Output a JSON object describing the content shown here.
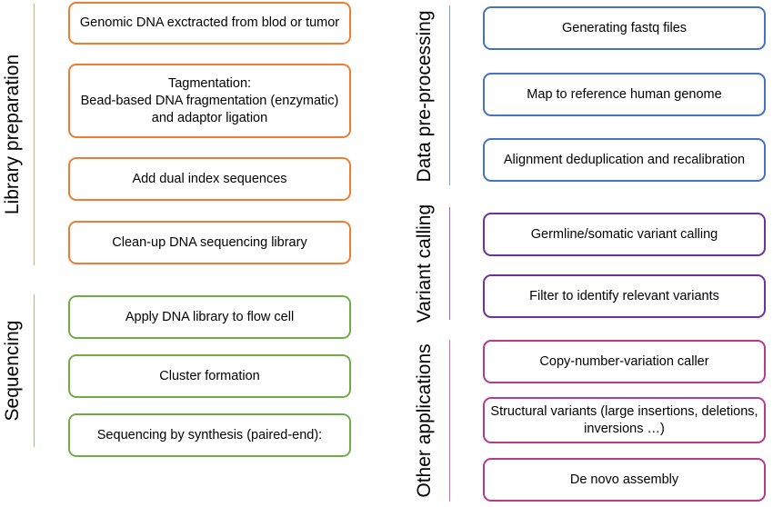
{
  "sections": {
    "library_preparation": {
      "label": "Library preparation",
      "color": "#ED7D31",
      "steps": [
        "Genomic DNA exctracted from blod or tumor",
        "Tagmentation:\nBead-based DNA fragmentation (enzymatic) and adaptor ligation",
        "Add dual index sequences",
        "Clean-up DNA sequencing library"
      ]
    },
    "sequencing": {
      "label": "Sequencing",
      "color": "#70AD47",
      "steps": [
        "Apply DNA library to flow cell",
        "Cluster formation",
        "Sequencing by synthesis (paired-end):"
      ]
    },
    "data_preprocessing": {
      "label": "Data pre-processing",
      "color": "#4472C4",
      "steps": [
        "Generating fastq files",
        "Map to reference human genome",
        "Alignment deduplication and recalibration"
      ]
    },
    "variant_calling": {
      "label": "Variant calling",
      "color": "#7030A0",
      "steps": [
        "Germline/somatic variant calling",
        "Filter to identify relevant variants"
      ]
    },
    "other_applications": {
      "label": "Other applications",
      "color": "#B83A8E",
      "steps": [
        "Copy-number-variation caller",
        "Structural variants (large insertions, deletions, inversions …)",
        "De novo assembly"
      ]
    }
  }
}
